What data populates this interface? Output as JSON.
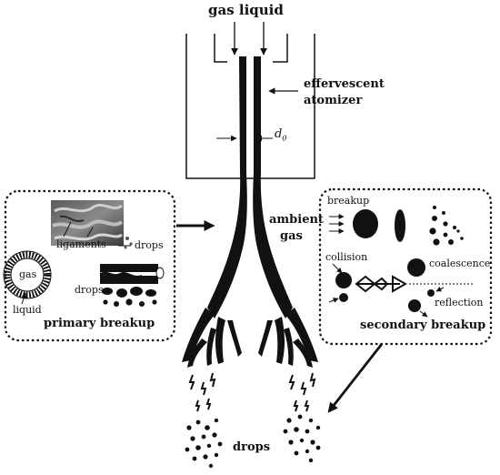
{
  "labels": {
    "inlet": "gas liquid",
    "atomizer_line1": "effervescent",
    "atomizer_line2": "atomizer",
    "orifice_symbol": "d",
    "orifice_subscript": "0",
    "ambient_line1": "ambient",
    "ambient_line2": "gas",
    "drops_bottom": "drops"
  },
  "primary_panel": {
    "title": "primary breakup",
    "gas": "gas",
    "liquid": "liquid",
    "ligaments": "ligaments",
    "drops_upper": "drops",
    "drops_lower": "drops"
  },
  "secondary_panel": {
    "title": "secondary breakup",
    "breakup": "breakup",
    "collision": "collision",
    "coalescence": "coalescence",
    "reflection": "reflection"
  },
  "colors": {
    "ink": "#111111",
    "photo_dark": "#3a3a3a",
    "photo_light": "#9a9a9a"
  }
}
